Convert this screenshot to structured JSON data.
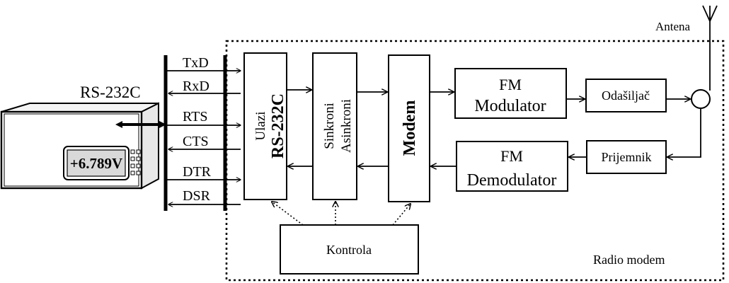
{
  "labels": {
    "antenna": "Antena",
    "interface": "RS-232C",
    "device_display": "+6.789V",
    "radio_modem": "Radio modem"
  },
  "signals": [
    "TxD",
    "RxD",
    "RTS",
    "CTS",
    "DTR",
    "DSR"
  ],
  "blocks": {
    "inputs_line1": "Ulazi",
    "inputs_line2": "RS-232C",
    "sync_line1": "Sinkroni",
    "sync_line2": "Asinkroni",
    "modem": "Modem",
    "fm_mod_line1": "FM",
    "fm_mod_line2": "Modulator",
    "transmitter": "Odašiljač",
    "fm_demod_line1": "FM",
    "fm_demod_line2": "Demodulator",
    "receiver": "Prijemnik",
    "control": "Kontrola"
  }
}
